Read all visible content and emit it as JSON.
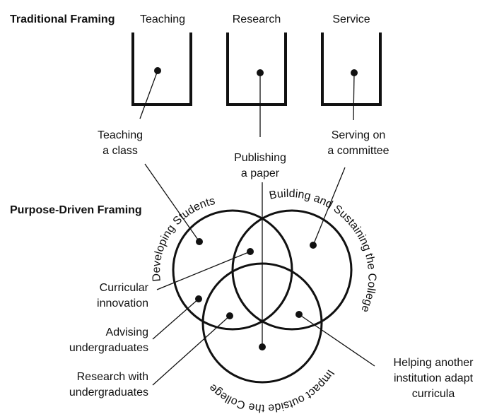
{
  "traditional": {
    "heading": "Traditional Framing",
    "columns": [
      "Teaching",
      "Research",
      "Service"
    ],
    "examples": {
      "teaching": [
        "Teaching",
        "a class"
      ],
      "research": [
        "Publishing",
        "a paper"
      ],
      "service": [
        "Serving on",
        "a committee"
      ]
    }
  },
  "purpose": {
    "heading": "Purpose-Driven Framing",
    "circles": {
      "developing": "Developing Students",
      "building": "Building and Sustaining the College",
      "impact": "Impact outside the College"
    },
    "examples": {
      "curricular": [
        "Curricular",
        "innovation"
      ],
      "advising": [
        "Advising",
        "undergraduates"
      ],
      "research_with": [
        "Research with",
        "undergraduates"
      ],
      "helping": [
        "Helping another",
        "institution adapt",
        "curricula"
      ]
    }
  }
}
